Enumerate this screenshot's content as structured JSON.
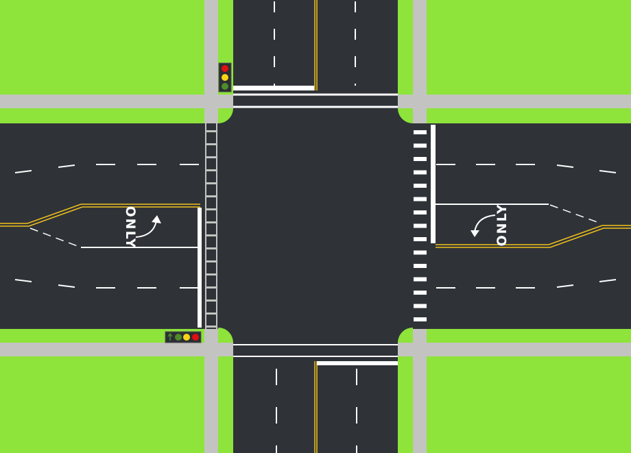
{
  "colors": {
    "grass": "#8ee43a",
    "sidewalk": "#c3c4c1",
    "asphalt": "#2f3338",
    "lane_white": "#ffffff",
    "center_yellow": "#f2c21b",
    "signal_red": "#e01010",
    "signal_yellow": "#f7d417",
    "signal_green": "#4f8a2b",
    "signal_housing": "#2a2e33"
  },
  "markings": {
    "west_turn_lane_text": "ONLY",
    "east_turn_lane_text": "ONLY"
  },
  "signals": {
    "north_signal": {
      "lamps": [
        "red",
        "yellow",
        "green"
      ],
      "icons": [
        "red-light",
        "yellow-light",
        "green-light"
      ]
    },
    "west_signal": {
      "lamps": [
        "left-arrow-green",
        "green",
        "yellow",
        "red"
      ]
    }
  }
}
